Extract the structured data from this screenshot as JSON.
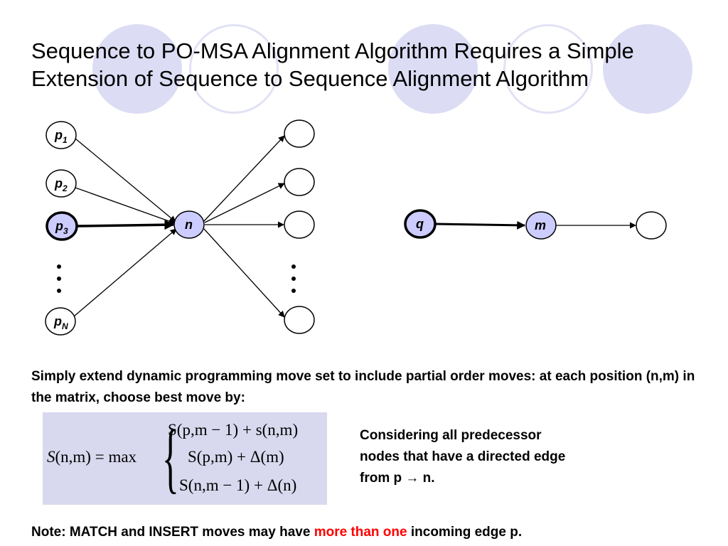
{
  "title": {
    "line1": "Sequence to PO-MSA Alignment Algorithm Requires a Simple",
    "line2": "Extension of Sequence to Sequence Alignment Algorithm"
  },
  "diagram": {
    "left": {
      "predecessors": [
        {
          "base": "p",
          "sub": "1"
        },
        {
          "base": "p",
          "sub": "2"
        },
        {
          "base": "p",
          "sub": "3"
        },
        {
          "base": "p",
          "sub": "N"
        }
      ],
      "center_node": "n",
      "successor_count": 4
    },
    "right": {
      "source_node": "q",
      "target_node": "m"
    }
  },
  "body_text": "Simply extend dynamic programming move set to include partial order moves: at each position (n,m) in the matrix, choose best move by:",
  "formula": {
    "lhs_fn": "S",
    "lhs_args": "(n,m)",
    "lhs_op": "= max",
    "case1": "S(p,m − 1) + s(n,m)",
    "case2": "S(p,m) + Δ(m)",
    "case3": "S(n,m − 1) + Δ(n)"
  },
  "side_note": "Considering all predecessor nodes that have a directed edge from p → n.",
  "note": {
    "prefix": "Note:  MATCH and INSERT moves may have ",
    "highlight": "more than one",
    "suffix": " incoming edge p."
  },
  "colors": {
    "deco_fill": "#dcdcf4",
    "node_fill": "#ccccff",
    "highlight": "#ff0000"
  }
}
